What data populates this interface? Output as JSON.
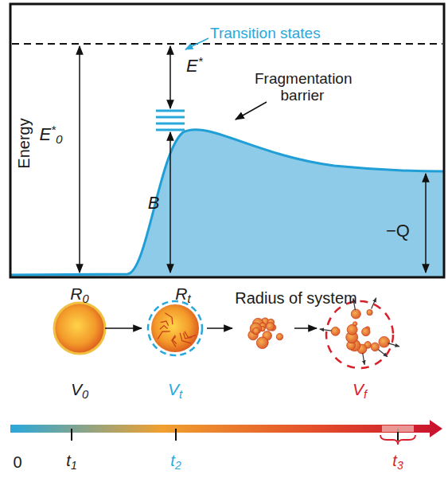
{
  "diagram": {
    "labels": [
      "Energy",
      "E*0",
      "E*",
      "Transition states",
      "Fragmentation barrier",
      "B",
      "−Q",
      "R0",
      "Rt",
      "Radius of system",
      "V0",
      "Vt",
      "Vf",
      "0",
      "t1",
      "t2",
      "t3"
    ]
  }
}
